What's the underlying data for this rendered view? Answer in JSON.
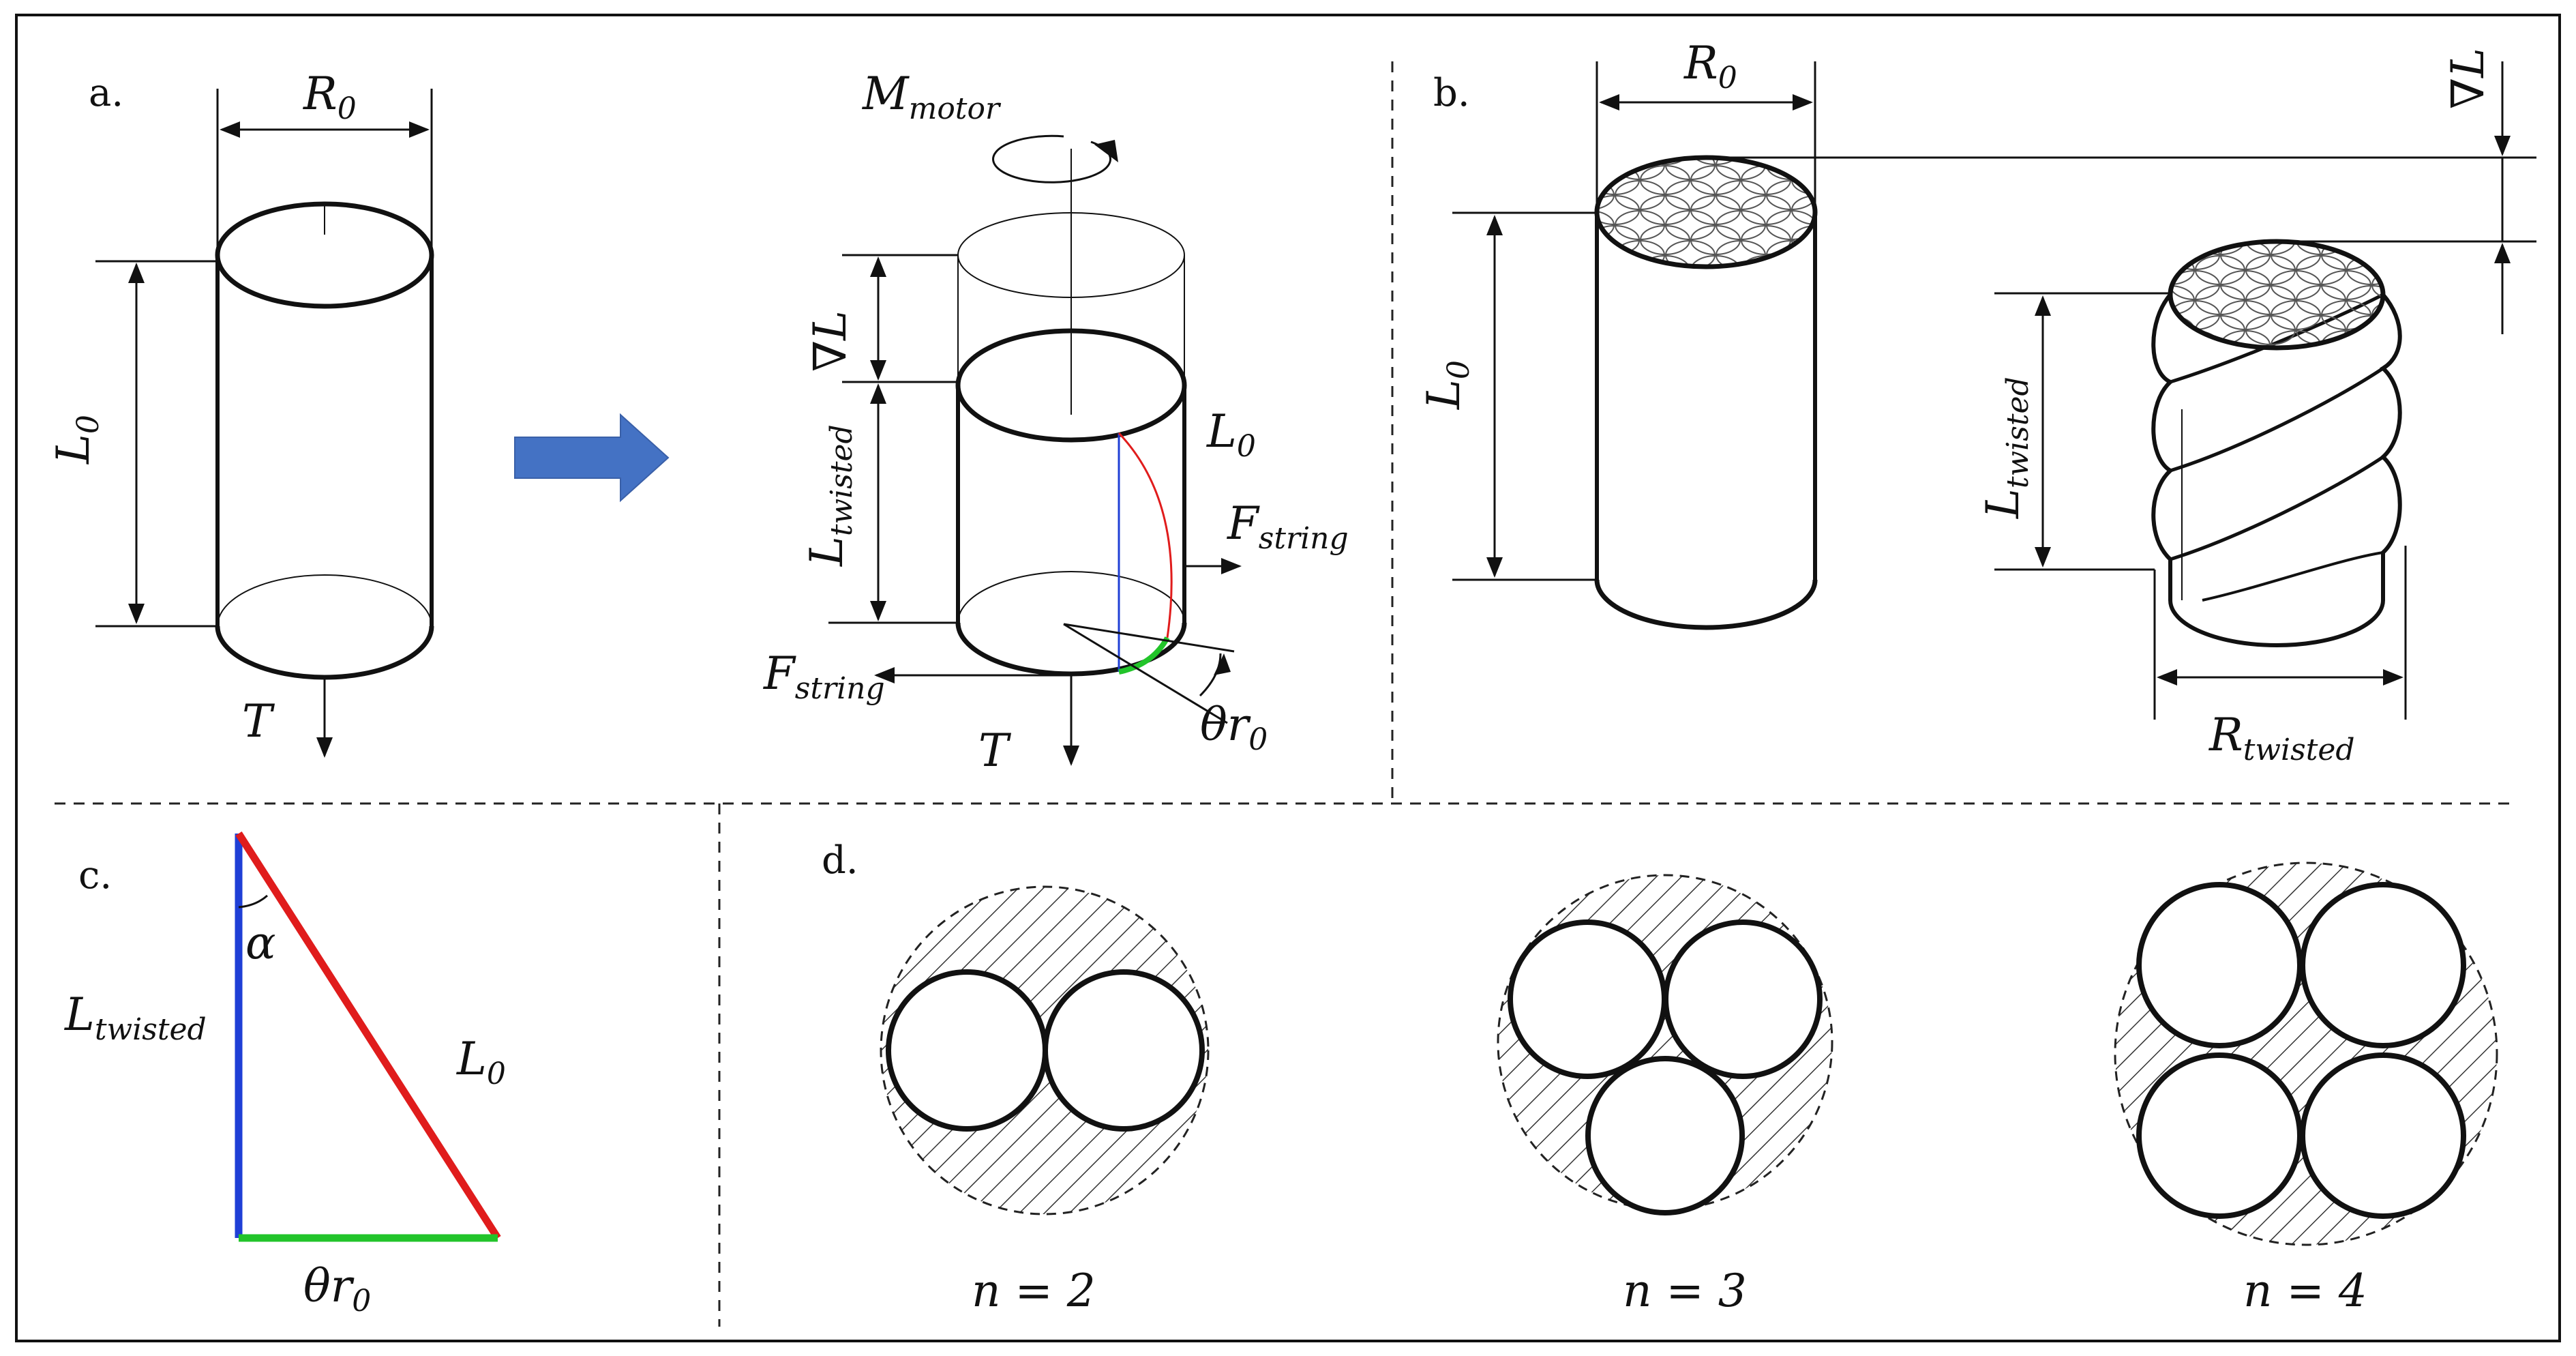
{
  "panels": {
    "a": {
      "letter": "a.",
      "left": {
        "width_label": "R",
        "width_sub": "0",
        "length_label": "L",
        "length_sub": "0",
        "tension_label": "T"
      },
      "right": {
        "torque_label": "M",
        "torque_sub": "motor",
        "delta_label": "∇L",
        "twisted_label": "L",
        "twisted_sub": "twisted",
        "length_label": "L",
        "length_sub": "0",
        "force_right_label": "F",
        "force_right_sub": "string",
        "force_left_label": "F",
        "force_left_sub": "string",
        "tension_label": "T",
        "arc_label": "θr",
        "arc_sub": "0"
      }
    },
    "b": {
      "letter": "b.",
      "width_label": "R",
      "width_sub": "0",
      "delta_label": "∇L",
      "length_label": "L",
      "length_sub": "0",
      "twisted_label": "L",
      "twisted_sub": "twisted",
      "radius_label": "R",
      "radius_sub": "twisted"
    },
    "c": {
      "letter": "c.",
      "angle_label": "α",
      "vertical_label": "L",
      "vertical_sub": "twisted",
      "hyp_label": "L",
      "hyp_sub": "0",
      "base_label": "θr",
      "base_sub": "0"
    },
    "d": {
      "letter": "d.",
      "cases": [
        {
          "label": "n = 2"
        },
        {
          "label": "n = 3"
        },
        {
          "label": "n = 4"
        }
      ]
    }
  },
  "colors": {
    "arrow_fill": "#4472C4",
    "blue_line": "#1f3fd6",
    "red_line": "#e01c1c",
    "green_line": "#22c42a",
    "ink": "#111111"
  }
}
